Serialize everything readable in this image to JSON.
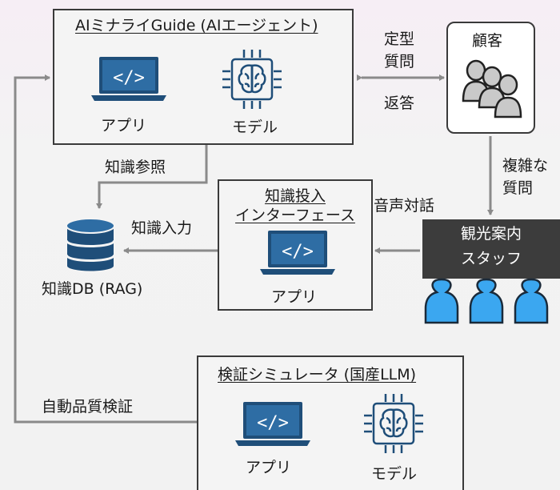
{
  "guide": {
    "title": "AIミナライGuide (AIエージェント)",
    "app_label": "アプリ",
    "model_label": "モデル"
  },
  "customer": {
    "label": "顧客"
  },
  "flows": {
    "teikei": "定型",
    "shitsumon": "質問",
    "hentou": "返答",
    "chishiki_sansho": "知識参照",
    "fukuzatsu_line1": "複雑な",
    "fukuzatsu_line2": "質問",
    "onsei": "音声対話",
    "chishiki_nyuryoku": "知識入力",
    "jido": "自動品質検証"
  },
  "interface": {
    "title_line1": "知識投入",
    "title_line2": "インターフェース",
    "app_label": "アプリ"
  },
  "db": {
    "label": "知識DB (RAG)"
  },
  "staff": {
    "line1": "観光案内",
    "line2": "スタッフ"
  },
  "sim": {
    "title": "検証シミュレータ (国産LLM)",
    "app_label": "アプリ",
    "model_label": "モデル"
  },
  "colors": {
    "icon_blue": "#1f4e79",
    "staff_bg": "#3c3c3c",
    "people_blue": "#3ba7f0",
    "arrow": "#8a8a8a"
  }
}
